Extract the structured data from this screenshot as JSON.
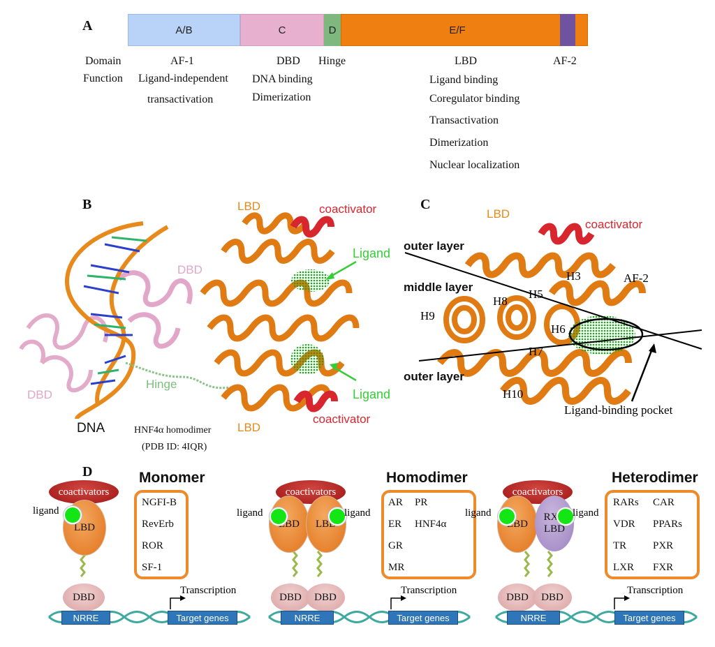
{
  "panel_a": {
    "letter": "A",
    "segments": [
      {
        "label": "A/B",
        "color": "#b8d3f7"
      },
      {
        "label": "C",
        "color": "#e7b0cf"
      },
      {
        "label": "D",
        "color": "#7fb87f"
      },
      {
        "label": "E/F",
        "color": "#f07f12"
      },
      {
        "label": "",
        "color": "#6f52a0"
      }
    ],
    "row_domain_label": "Domain",
    "row_function_label": "Function",
    "af1": "AF-1",
    "ligand_independent": "Ligand-independent",
    "transactivation": "transactivation",
    "dbd": "DBD",
    "dna_binding": "DNA binding",
    "dimerization": "Dimerization",
    "hinge": "Hinge",
    "lbd": "LBD",
    "af2": "AF-2",
    "lbd_functions": [
      "Ligand binding",
      "Coregulator binding",
      "Transactivation",
      "Dimerization",
      "Nuclear localization"
    ]
  },
  "panel_b": {
    "letter": "B",
    "lbd_top": "LBD",
    "coactivator_top": "coactivator",
    "ligand_top": "Ligand",
    "dbd_right": "DBD",
    "dbd_left": "DBD",
    "hinge": "Hinge",
    "ligand_bottom": "Ligand",
    "lbd_bottom": "LBD",
    "coactivator_bottom": "coactivator",
    "dna": "DNA",
    "caption_line1": "HNF4α homodimer",
    "caption_line2": "(PDB ID: 4IQR)"
  },
  "panel_c": {
    "letter": "C",
    "lbd": "LBD",
    "coactivator": "coactivator",
    "outer_layer_top": "outer layer",
    "middle_layer": "middle layer",
    "outer_layer_bottom": "outer layer",
    "h3": "H3",
    "af2": "AF-2",
    "h5": "H5",
    "h8": "H8",
    "h9": "H9",
    "h6": "H6",
    "h7": "H7",
    "h10": "H10",
    "pocket": "Ligand-binding pocket"
  },
  "panel_d": {
    "letter": "D",
    "coactivators": "coactivators",
    "ligand": "ligand",
    "lbd": "LBD",
    "rxr_lbd_line1": "RXR",
    "rxr_lbd_line2": "LBD",
    "dbd": "DBD",
    "transcription": "Transcription",
    "nrre": "NRRE",
    "target_genes": "Target genes",
    "monomer": {
      "title": "Monomer",
      "items": [
        "NGFI-B",
        "RevErb",
        "ROR",
        "SF-1"
      ]
    },
    "homodimer": {
      "title": "Homodimer",
      "col1": [
        "AR",
        "ER",
        "GR",
        "MR"
      ],
      "col2": [
        "PR",
        "HNF4α"
      ]
    },
    "heterodimer": {
      "title": "Heterodimer",
      "col1": [
        "RARs",
        "VDR",
        "TR",
        "LXR"
      ],
      "col2": [
        "CAR",
        "PPARs",
        "PXR",
        "FXR"
      ]
    }
  }
}
